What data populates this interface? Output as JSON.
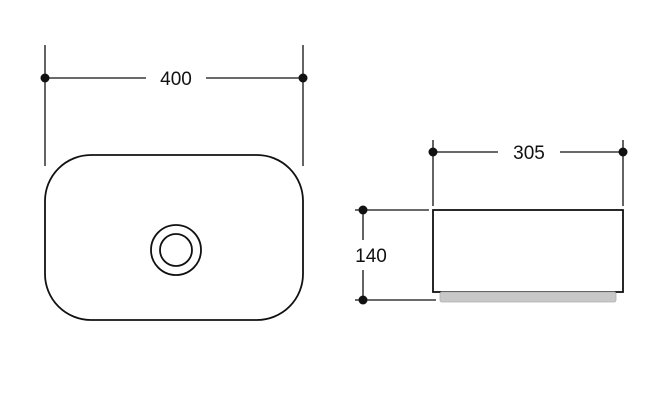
{
  "page": {
    "background": "#ffffff"
  },
  "drawing": {
    "type": "technical-drawing",
    "subject": "countertop-basin-top-and-side-views",
    "line_color": "#111111",
    "base_fill": "#c8c8c8",
    "dimensions": {
      "top_view_width": "400",
      "side_view_width": "305",
      "side_view_height": "140"
    }
  }
}
